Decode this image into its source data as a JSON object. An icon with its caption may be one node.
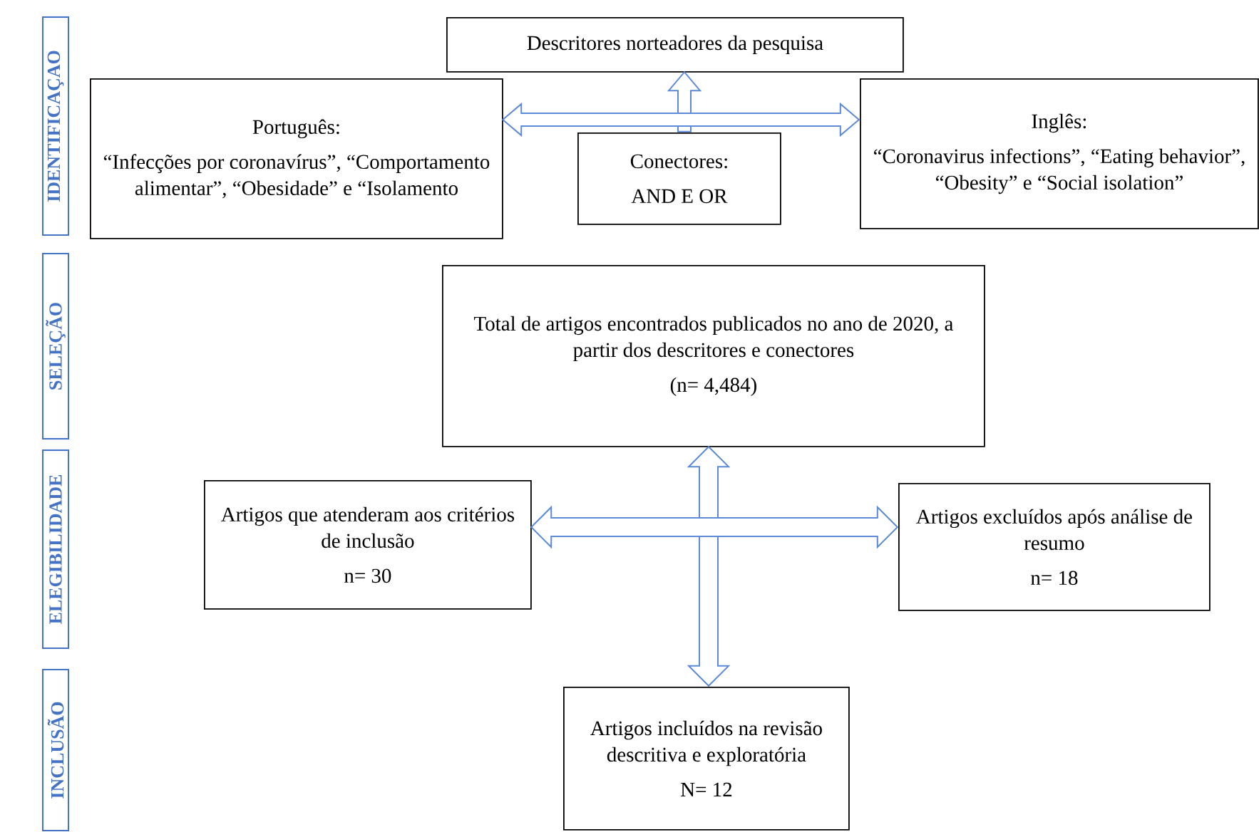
{
  "diagram": {
    "nodes": [
      {
        "text": [
          "IDENTIFICAÇAO"
        ]
      },
      {
        "text": [
          "Descritores norteadores da pesquisa"
        ]
      },
      {
        "text": [
          "Português:",
          "“Infecções por coronavírus”, “Comportamento alimentar”, “Obesidade” e “Isolamento"
        ]
      },
      {
        "text": [
          "Conectores:",
          "AND E OR"
        ]
      },
      {
        "text": [
          "Inglês:",
          "“Coronavirus infections”, “Eating behavior”, “Obesity” e “Social isolation”"
        ]
      },
      {
        "text": [
          "SELEÇÃO"
        ]
      },
      {
        "text": [
          "Total de artigos encontrados publicados no ano de 2020, a partir dos descritores e conectores",
          "(n= 4,484)"
        ]
      },
      {
        "text": [
          "ELEGIBILIDADE"
        ]
      },
      {
        "text": [
          "Artigos que atenderam aos critérios de inclusão",
          "n= 30"
        ]
      },
      {
        "text": [
          "Artigos excluídos após análise de resumo",
          "n= 18"
        ]
      },
      {
        "text": [
          "INCLUSÃO"
        ]
      },
      {
        "text": [
          "Artigos incluídos na revisão descritiva e exploratória",
          "N= 12"
        ]
      }
    ],
    "edges": [
      {
        "from": 2,
        "to": 4,
        "arrow": "both"
      },
      {
        "from": 3,
        "to": 1,
        "arrow": "to"
      },
      {
        "from": 8,
        "to": 9,
        "arrow": "both"
      },
      {
        "from": 6,
        "to": 11,
        "arrow": "both"
      }
    ]
  }
}
